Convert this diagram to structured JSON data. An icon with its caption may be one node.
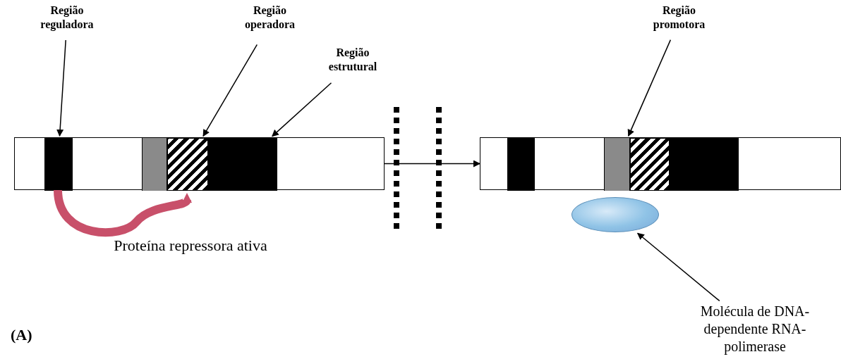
{
  "diagram": {
    "nodes": [
      {
        "text": [
          "Região reguladora"
        ]
      },
      {
        "text": [
          "Região operadora"
        ]
      },
      {
        "text": [
          "Região estrutural"
        ]
      },
      {
        "text": [
          "Região promotora"
        ]
      },
      {
        "text": [],
        "shape": "box"
      },
      {
        "text": [],
        "shape": "bar",
        "in": 4
      },
      {
        "text": [],
        "shape": "bar",
        "in": 4
      },
      {
        "text": [],
        "shape": "bar",
        "in": 4
      },
      {
        "text": [],
        "shape": "bar",
        "in": 4
      },
      {
        "text": [],
        "shape": "box"
      },
      {
        "text": [],
        "shape": "bar",
        "in": 9
      },
      {
        "text": [],
        "shape": "bar",
        "in": 9
      },
      {
        "text": [],
        "shape": "bar",
        "in": 9
      },
      {
        "text": [],
        "shape": "bar",
        "in": 9
      },
      {
        "text": [],
        "shape": "ellipse"
      },
      {
        "text": [
          "Molécula de DNA- dependente RNA- polimerase"
        ]
      }
    ],
    "edges": [
      {
        "from": 0,
        "to": 5,
        "arrow": "to"
      },
      {
        "from": 1,
        "to": 7,
        "arrow": "to"
      },
      {
        "from": 2,
        "to": 8,
        "arrow": "to"
      },
      {
        "from": 3,
        "to": 11,
        "arrow": "to"
      },
      {
        "from": 4,
        "to": 9,
        "arrow": "to"
      },
      {
        "from": 5,
        "to": 7,
        "arrow": "to",
        "style": "thick",
        "color": "#c8506a"
      },
      {
        "from": 15,
        "to": 14,
        "arrow": "to"
      }
    ],
    "labels": [
      "Proteína repressora ativa",
      "(A)"
    ]
  }
}
